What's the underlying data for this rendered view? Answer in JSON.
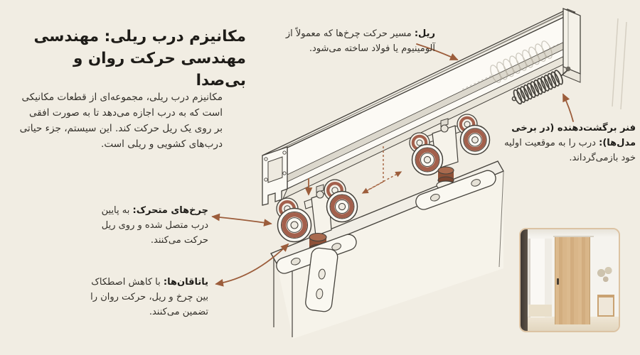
{
  "meta": {
    "language": "fa",
    "direction": "rtl"
  },
  "title": {
    "line1": "مکانیزم درب ریلی: مهندسی",
    "line2": "مهندسی حرکت روان و بی‌صدا"
  },
  "intro": {
    "text": "مکانیزم درب ریلی، مجموعه‌ای از قطعات مکانیکی است که به درب اجازه می‌دهد تا به صورت افقی بر روی یک ریل حرکت کند. این سیستم، جزء حیاتی درب‌های کشویی و ریلی است."
  },
  "callouts": {
    "rail": {
      "term": "ریل:",
      "description": "مسیر حرکت چرخ‌ها که معمولاً از آلومینیوم یا فولاد ساخته می‌شود."
    },
    "return_spring": {
      "term": "فنر برگشت‌دهنده (در برخی مدل‌ها):",
      "description": "درب را به موقعیت اولیه خود بازمی‌گرداند."
    },
    "wheels": {
      "term": "چرخ‌های متحرک:",
      "description": "به پایین درب متصل شده و روی ریل حرکت می‌کنند."
    },
    "bearings": {
      "term": "یاتاقان‌ها:",
      "description": "با کاهش اصطکاک بین چرخ و ریل، حرکت روان را تضمین می‌کنند."
    }
  },
  "colors": {
    "background": "#f1ede3",
    "line_art": "#45423c",
    "arrow_accent": "#9c5d3b",
    "wheel_rim": "#a3604c",
    "bearing_bronze": "#8e5138",
    "text": "#2b2823",
    "photo_border": "#dcc3a3",
    "door_wood": "#d5b084"
  }
}
